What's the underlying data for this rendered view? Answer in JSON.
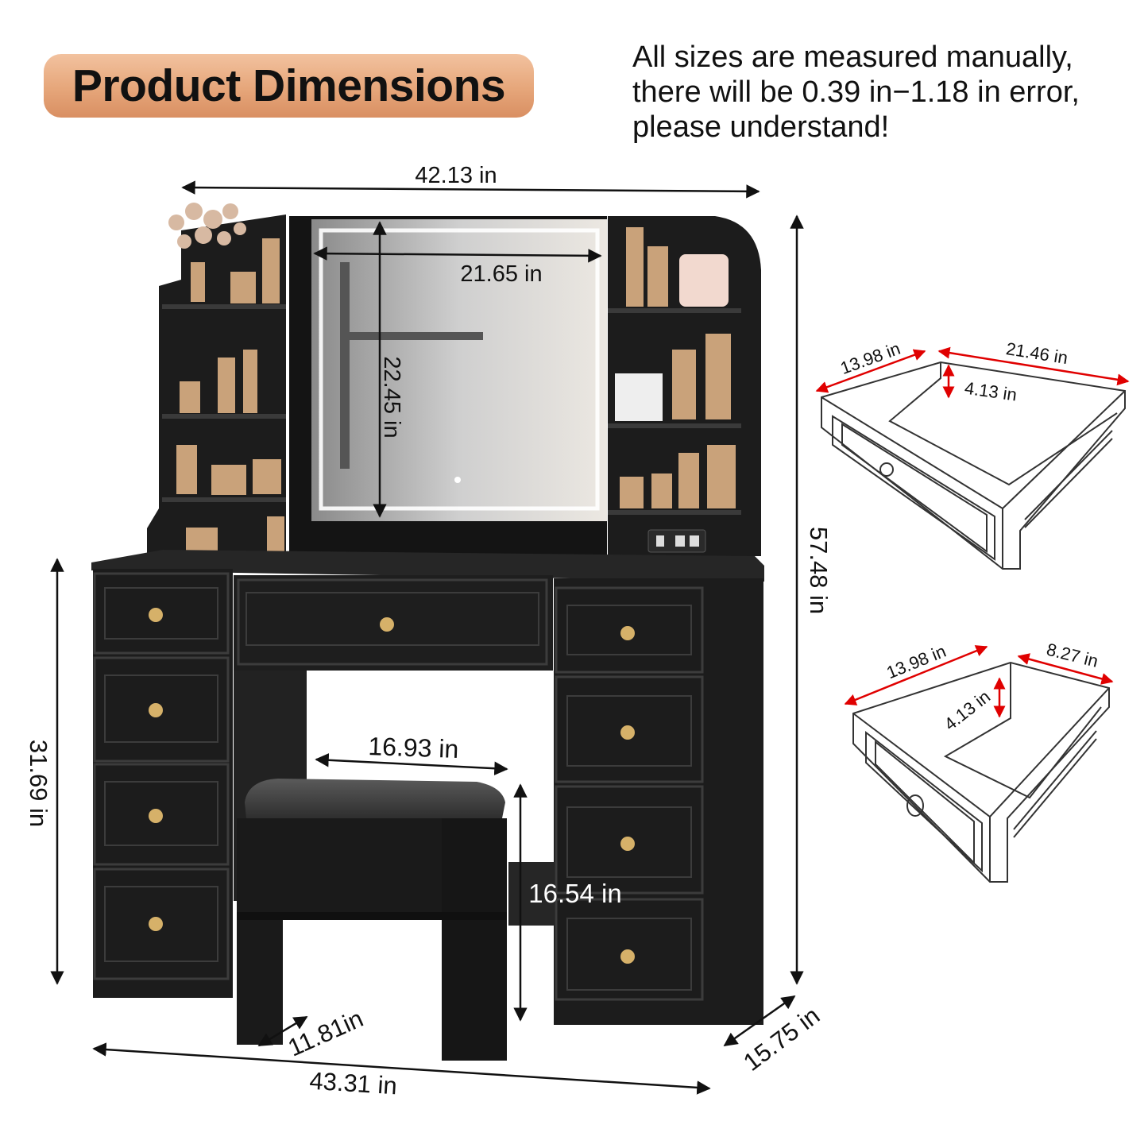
{
  "header": {
    "title": "Product Dimensions",
    "note_lines": [
      "All sizes are measured manually,",
      "there will be 0.39 in−1.18 in error,",
      "please understand!"
    ]
  },
  "dimensions": {
    "top_width": "42.13 in",
    "mirror_width": "21.65 in",
    "mirror_height": "22.45 in",
    "total_height": "57.48 in",
    "desk_height": "31.69 in",
    "stool_width": "16.93 in",
    "stool_height": "16.54 in",
    "stool_depth": "11.81in",
    "bottom_width": "43.31 in",
    "desk_depth": "15.75 in"
  },
  "drawer_large": {
    "depth": "13.98 in",
    "width": "21.46 in",
    "height": "4.13 in"
  },
  "drawer_small": {
    "depth": "13.98 in",
    "width": "8.27 in",
    "height": "4.13 in"
  },
  "colors": {
    "accent": "#e6a67a",
    "arrow_red": "#e00000",
    "furniture": "#1c1c1c"
  }
}
